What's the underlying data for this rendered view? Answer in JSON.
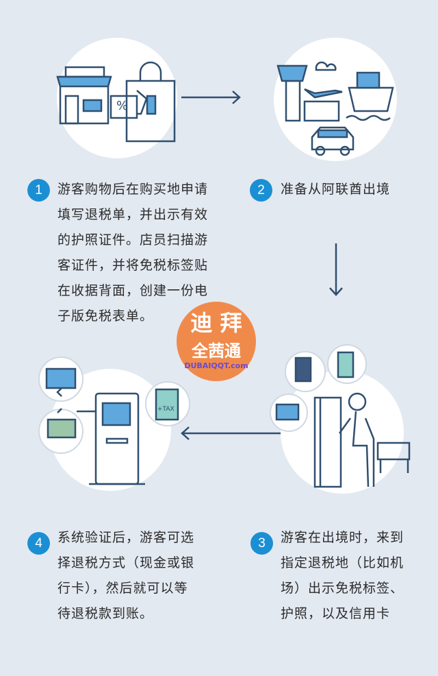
{
  "steps": [
    {
      "number": "1",
      "lines": [
        "游客购物后在购买地申请",
        "填写退税单，并出示有效",
        "的护照证件。店员扫描游",
        "客证件，并将免税标签贴",
        "在收据背面，创建一份电",
        "子版免税表单。"
      ]
    },
    {
      "number": "2",
      "lines": [
        "准备从阿联酋出境"
      ]
    },
    {
      "number": "3",
      "lines": [
        "游客在出境时，来到",
        "指定退税地（比如机",
        "场）出示免税标签、",
        "护照，以及信用卡"
      ]
    },
    {
      "number": "4",
      "lines": [
        "系统验证后，游客可选",
        "择退税方式（现金或银",
        "行卡），然后就可以等",
        "待退税款到账。"
      ]
    }
  ],
  "icons": {
    "percent_tag": "%",
    "tax_receipt": "+TAX"
  },
  "watermark": {
    "line1": "迪 拜",
    "line2": "全茜通",
    "line3": "DUBAIQQT.com"
  },
  "colors": {
    "background": "#e3e9f1",
    "accent": "#1b8fd3",
    "line": "#2f4f6f"
  }
}
